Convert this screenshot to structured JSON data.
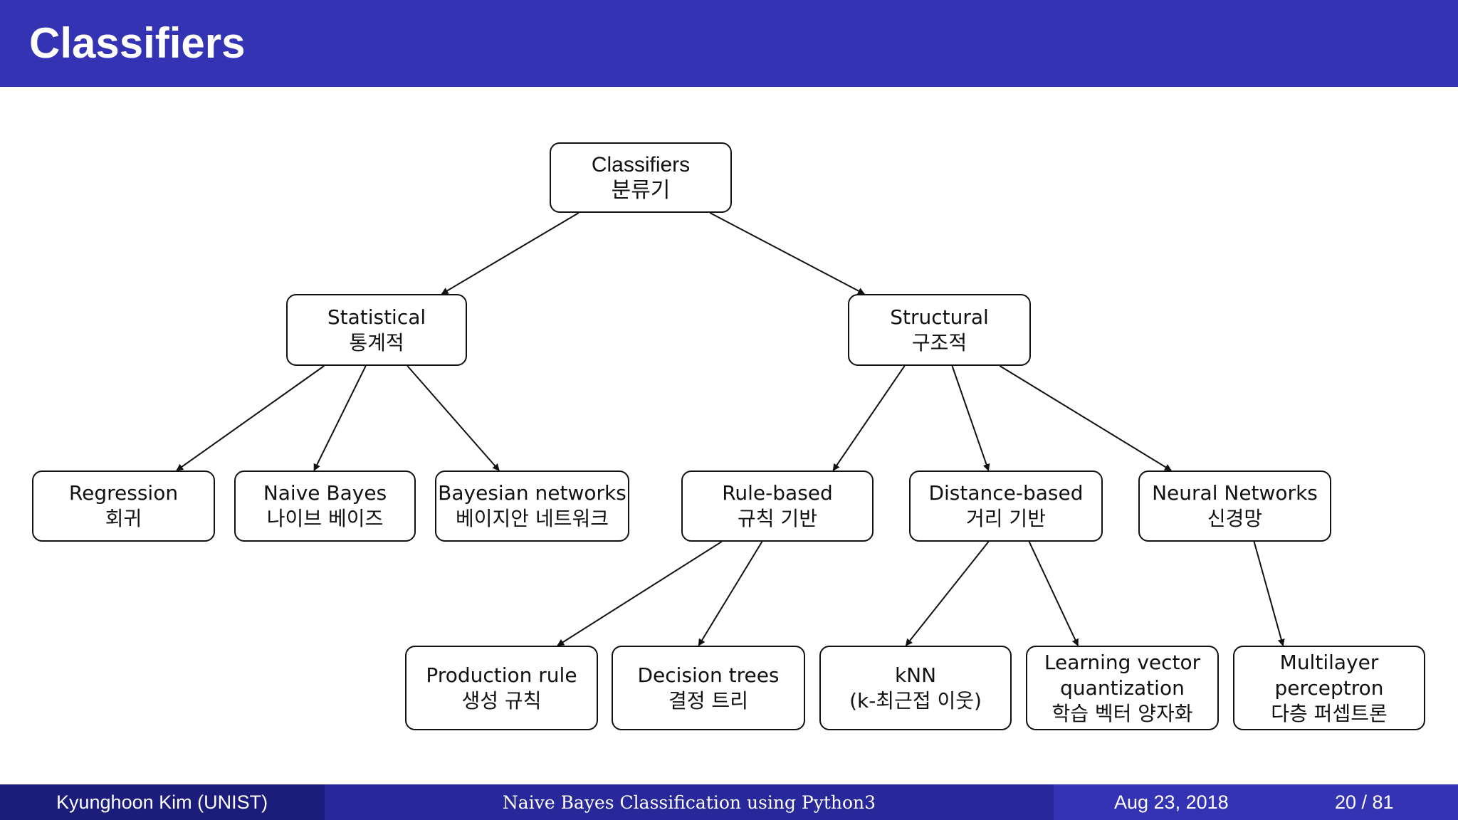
{
  "slide": {
    "title": "Classifiers"
  },
  "diagram": {
    "nodes": {
      "classifiers": {
        "en": "Classifiers",
        "ko": "분류기"
      },
      "statistical": {
        "en": "Statistical",
        "ko": "통계적"
      },
      "structural": {
        "en": "Structural",
        "ko": "구조적"
      },
      "regression": {
        "en": "Regression",
        "ko": "회귀"
      },
      "naive_bayes": {
        "en": "Naive Bayes",
        "ko": "나이브 베이즈"
      },
      "bayesian_networks": {
        "en": "Bayesian networks",
        "ko": "베이지안 네트워크"
      },
      "rule_based": {
        "en": "Rule-based",
        "ko": "규칙 기반"
      },
      "distance_based": {
        "en": "Distance-based",
        "ko": "거리 기반"
      },
      "neural_networks": {
        "en": "Neural Networks",
        "ko": "신경망"
      },
      "production_rule": {
        "en": "Production rule",
        "ko": "생성 규칙"
      },
      "decision_trees": {
        "en": "Decision trees",
        "ko": "결정 트리"
      },
      "knn": {
        "en": "kNN",
        "ko": "(k-최근접 이웃)"
      },
      "lvq": {
        "en1": "Learning vector",
        "en2": "quantization",
        "ko": "학습 벡터 양자화"
      },
      "mlp": {
        "en1": "Multilayer",
        "en2": "perceptron",
        "ko": "다층 퍼셉트론"
      }
    },
    "edges": [
      [
        "classifiers",
        "statistical"
      ],
      [
        "classifiers",
        "structural"
      ],
      [
        "statistical",
        "regression"
      ],
      [
        "statistical",
        "naive_bayes"
      ],
      [
        "statistical",
        "bayesian_networks"
      ],
      [
        "structural",
        "rule_based"
      ],
      [
        "structural",
        "distance_based"
      ],
      [
        "structural",
        "neural_networks"
      ],
      [
        "rule_based",
        "production_rule"
      ],
      [
        "rule_based",
        "decision_trees"
      ],
      [
        "distance_based",
        "knn"
      ],
      [
        "distance_based",
        "lvq"
      ],
      [
        "neural_networks",
        "mlp"
      ]
    ]
  },
  "footer": {
    "author": "Kyunghoon Kim (UNIST)",
    "talk_title": "Naive Bayes Classification using Python3",
    "date": "Aug 23, 2018",
    "page": "20  / 81"
  },
  "colors": {
    "title_bar": "#3333b3",
    "footer_left": "#1c1c7a",
    "footer_mid": "#28289a",
    "footer_right": "#3333b3"
  }
}
